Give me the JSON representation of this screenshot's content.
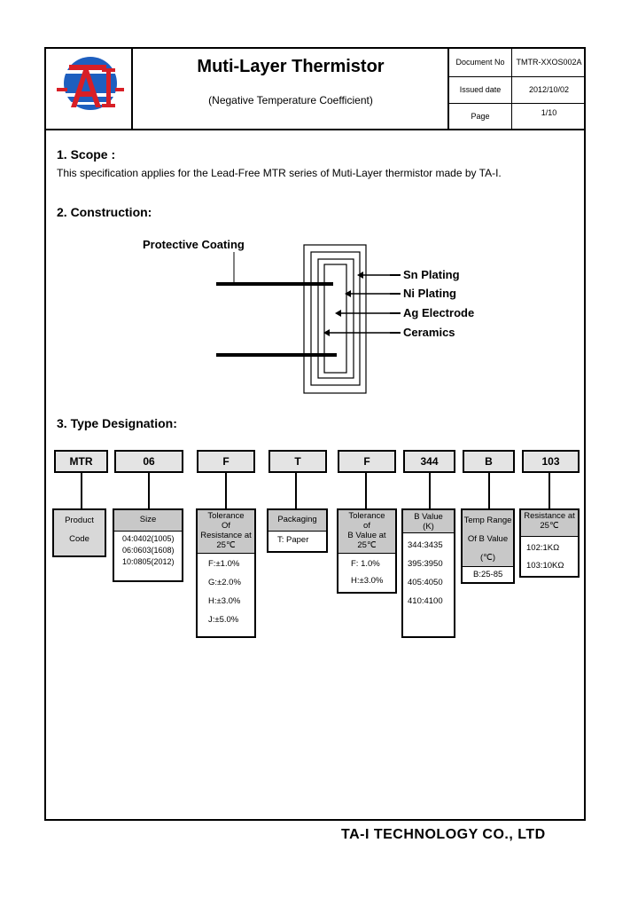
{
  "header": {
    "title": "Muti-Layer Thermistor",
    "subtitle": "(Negative Temperature Coefficient)",
    "logo_text": "TA-I",
    "info": [
      {
        "label": "Document No",
        "value": "TMTR-XXOS002A"
      },
      {
        "label": "Issued date",
        "value": "2012/10/02"
      },
      {
        "label": "Page",
        "value": "1/10"
      }
    ]
  },
  "scope": {
    "heading": "1.  Scope :",
    "text": "This specification applies for the Lead-Free MTR series of Muti-Layer thermistor made by TA-I."
  },
  "construction": {
    "heading": "2.  Construction:",
    "labels": {
      "protective_coating": "Protective Coating",
      "sn_plating": "Sn Plating",
      "ni_plating": "Ni Plating",
      "ag_electrode": "Ag Electrode",
      "ceramics": "Ceramics"
    }
  },
  "type_designation": {
    "heading": "3.  Type Designation:",
    "codes": [
      {
        "code": "MTR",
        "head": [
          "Product",
          "Code"
        ],
        "rows": []
      },
      {
        "code": "06",
        "head": [
          "Size"
        ],
        "rows": [
          "04:0402(1005)",
          "06:0603(1608)",
          "10:0805(2012)"
        ]
      },
      {
        "code": "F",
        "head": [
          "Tolerance",
          "Of",
          "Resistance at",
          "25℃"
        ],
        "rows": [
          "F:±1.0%",
          "G:±2.0%",
          "H:±3.0%",
          "J:±5.0%"
        ]
      },
      {
        "code": "T",
        "head": [
          "Packaging"
        ],
        "rows": [
          "T: Paper"
        ]
      },
      {
        "code": "F",
        "head": [
          "Tolerance",
          "of",
          "B Value at",
          "25℃"
        ],
        "rows": [
          "F:  1.0%",
          "H:±3.0%"
        ]
      },
      {
        "code": "344",
        "head": [
          "B Value",
          "(K)"
        ],
        "rows": [
          "344:3435",
          "395:3950",
          "405:4050",
          "410:4100"
        ]
      },
      {
        "code": "B",
        "head": [
          "Temp Range",
          "Of    B Value",
          "(℃)"
        ],
        "rows": [
          "B:25-85"
        ]
      },
      {
        "code": "103",
        "head": [
          "Resistance at",
          "25℃"
        ],
        "rows": [
          "102:1KΩ",
          "103:10KΩ"
        ]
      }
    ]
  },
  "footer": {
    "company": "TA-I TECHNOLOGY CO., LTD"
  },
  "colors": {
    "logo_blue": "#1e5fbf",
    "logo_red": "#d81f26",
    "box_fill": "#e4e4e4",
    "head_fill": "#c8c8c8"
  }
}
